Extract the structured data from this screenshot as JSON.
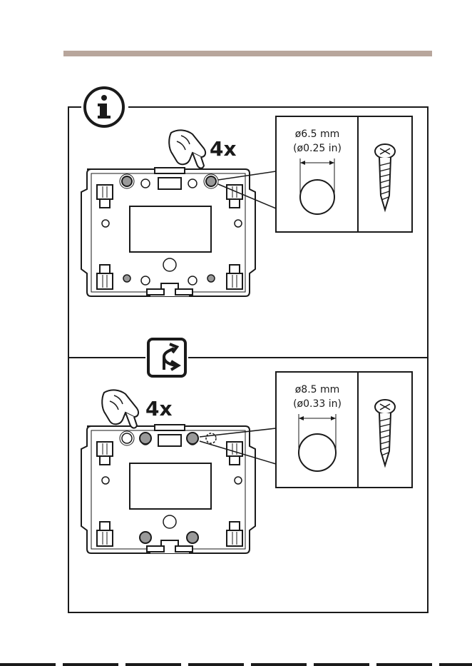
{
  "colors": {
    "header_rule": "#b8a69c",
    "line": "#1a1a1a",
    "hole_fill": "#999999"
  },
  "icons": {
    "info": "info-circle-icon",
    "alternative": "split-arrows-icon"
  },
  "panel_info": {
    "count": "4x",
    "hole_diameter_mm": "ø6.5 mm",
    "hole_diameter_in": "(ø0.25 in)"
  },
  "panel_alternative": {
    "count": "4x",
    "hole_diameter_mm": "ø8.5 mm",
    "hole_diameter_in": "(ø0.33 in)"
  }
}
